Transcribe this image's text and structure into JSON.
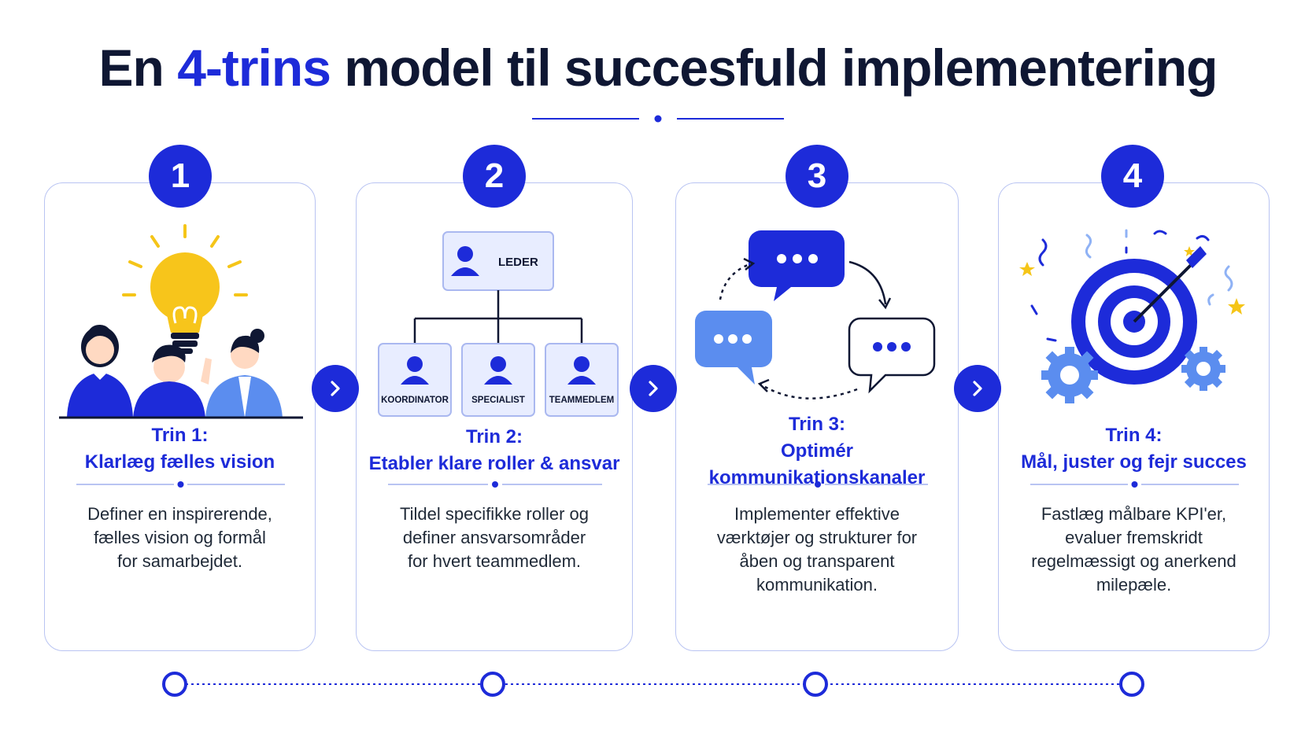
{
  "title": {
    "prefix": "En ",
    "accent": "4-trins",
    "suffix": " model til succesfuld implementering"
  },
  "colors": {
    "primary": "#1d2bd9",
    "dark": "#0f1733",
    "light_blue": "#5b8def",
    "card_border": "#b9c4f2",
    "yellow": "#f5c518"
  },
  "steps": [
    {
      "number": "1",
      "title_lines": [
        "Trin 1:",
        "Klarlæg fælles vision"
      ],
      "desc_lines": [
        "Definer en inspirerende,",
        "fælles vision og formål",
        "for samarbejdet."
      ],
      "icon": "team-lightbulb-icon"
    },
    {
      "number": "2",
      "title_lines": [
        "Trin 2:",
        "Etabler klare roller & ansvar"
      ],
      "desc_lines": [
        "Tildel specifikke roller og",
        "definer ansvarsområder",
        "for hvert teammedlem."
      ],
      "icon": "org-chart-icon",
      "org": {
        "leader": "LEDER",
        "members": [
          "KOORDINATOR",
          "SPECIALIST",
          "TEAMMEDLEM"
        ]
      }
    },
    {
      "number": "3",
      "title_lines": [
        "Trin 3:",
        "Optimér",
        "kommunikationskanaler"
      ],
      "desc_lines": [
        "Implementer effektive",
        "værktøjer og strukturer for",
        "åben og transparent",
        "kommunikation."
      ],
      "icon": "chat-bubbles-icon"
    },
    {
      "number": "4",
      "title_lines": [
        "Trin 4:",
        "Mål, juster og fejr succes"
      ],
      "desc_lines": [
        "Fastlæg målbare KPI'er,",
        "evaluer fremskridt",
        "regelmæssigt og anerkend",
        "milepæle."
      ],
      "icon": "target-gears-icon"
    }
  ]
}
